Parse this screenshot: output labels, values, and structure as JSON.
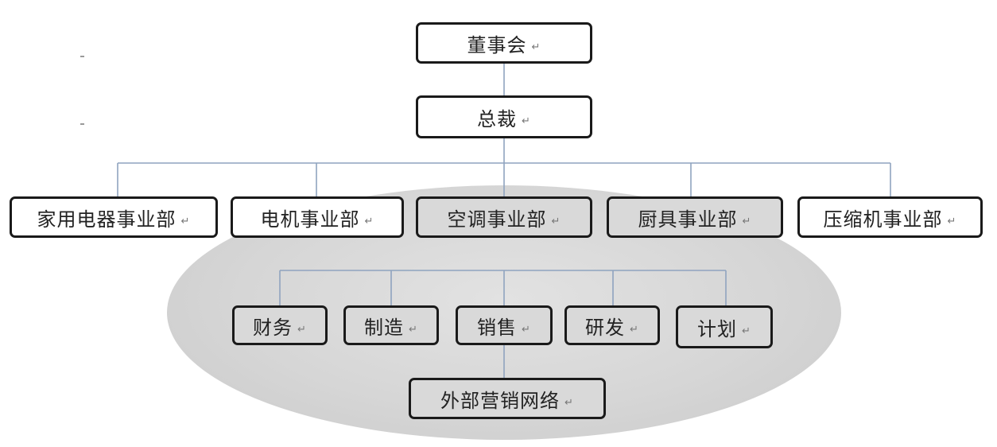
{
  "diagram": {
    "board": "董事会",
    "president": "总裁",
    "divisions": [
      "家用电器事业部",
      "电机事业部",
      "空调事业部",
      "厨具事业部",
      "压缩机事业部"
    ],
    "functions": [
      "财务",
      "制造",
      "销售",
      "研发",
      "计划"
    ],
    "network": "外部营销网络",
    "paragraph_mark": "↵"
  },
  "colors": {
    "ellipse": "#d6d6d6",
    "connector": "#8fa3bf",
    "box_border": "#1a1a1a"
  }
}
